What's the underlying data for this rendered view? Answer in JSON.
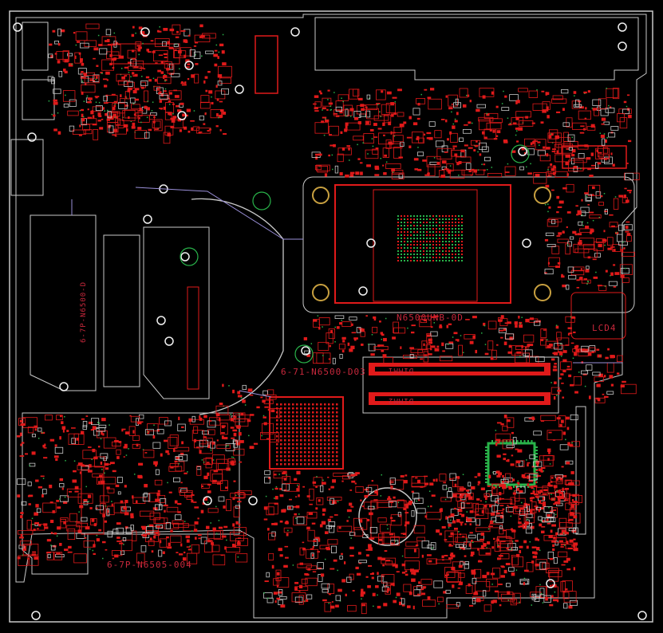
{
  "board": {
    "labels": {
      "cpu_socket": "N6500UNB-0D",
      "main_board": "6-71-N6500-D03",
      "sub_board": "6-7P-N6505-004",
      "lcd_connector": "LCD4",
      "dimm_top": "DIMM1",
      "dimm_bottom": "DIMM2",
      "side_label": "6-7P-N6500-D"
    }
  },
  "colors": {
    "background": "#000000",
    "copper": "#e01a1a",
    "silk": "#c8c8c8",
    "outline": "#9a8fd8",
    "via": "#29b34a",
    "pad": "#f0f0f0"
  }
}
